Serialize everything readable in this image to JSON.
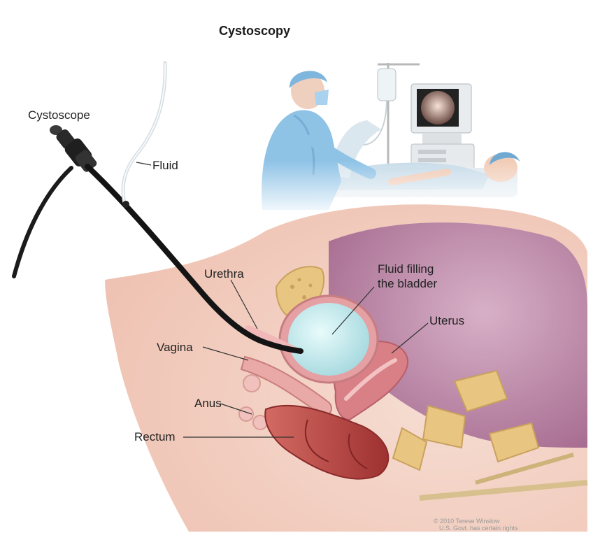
{
  "title": "Cystoscopy",
  "labels": {
    "cystoscope": "Cystoscope",
    "fluid": "Fluid",
    "urethra": "Urethra",
    "fluid_filling_line1": "Fluid filling",
    "fluid_filling_line2": "the bladder",
    "uterus": "Uterus",
    "vagina": "Vagina",
    "anus": "Anus",
    "rectum": "Rectum"
  },
  "copyright": {
    "line1": "© 2010 Terese Winslow",
    "line2": "U.S. Govt. has certain rights"
  },
  "colors": {
    "skin": "#f3d2c6",
    "tissue_pink": "#e9a9a6",
    "bladder_fluid": "#cdeef0",
    "uterus": "#d97f86",
    "rectum": "#b84542",
    "cavity": "#c99ab5",
    "bone": "#e8c682",
    "scope": "#1b1b1b",
    "scrubs": "#8fc3e6"
  }
}
